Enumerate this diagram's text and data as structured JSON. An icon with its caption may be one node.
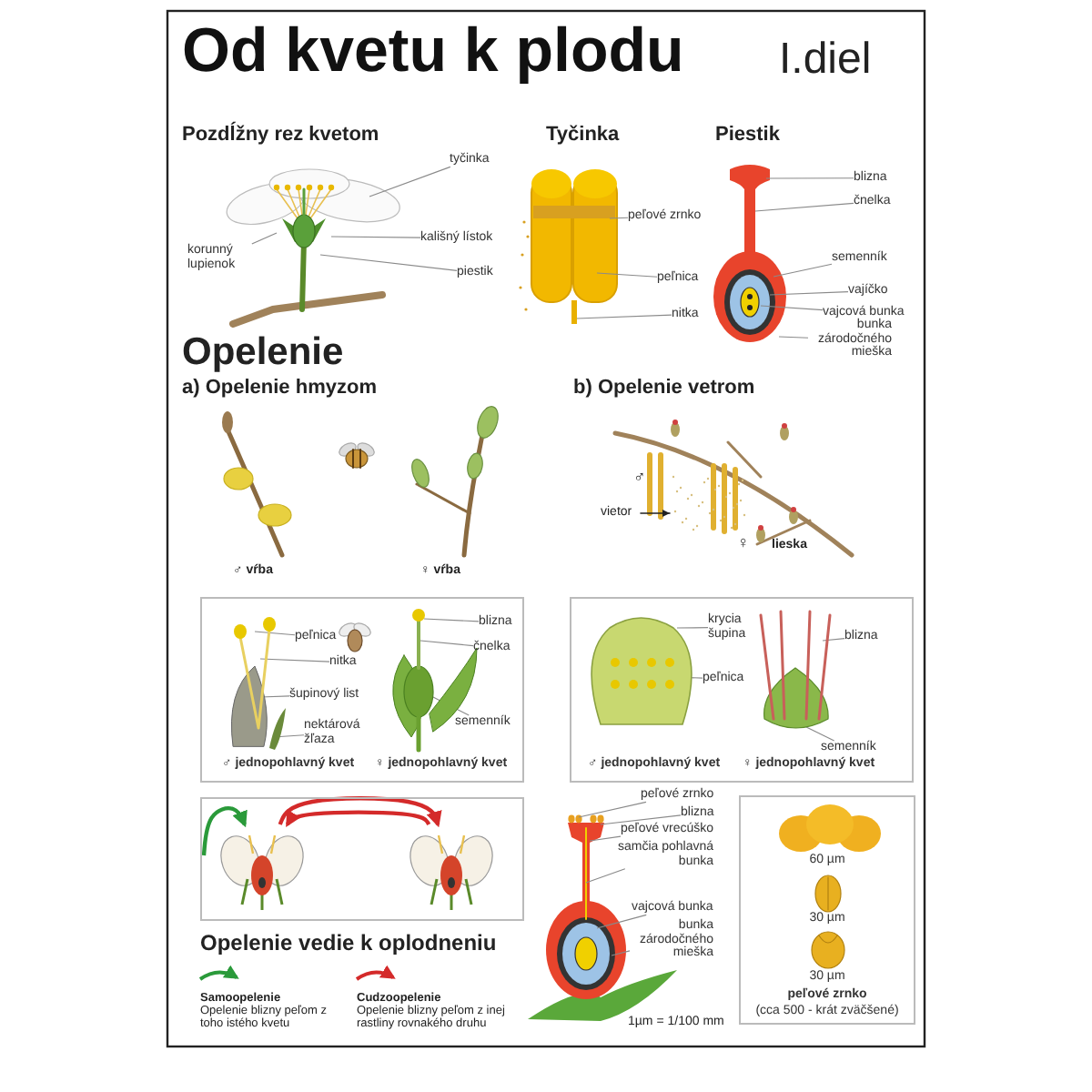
{
  "diagram": {
    "title": "Od kvetu k plodu",
    "nodes": [
      {
        "text": [
          "tyčinka"
        ]
      },
      {
        "text": [
          "korunný lupienok"
        ]
      },
      {
        "text": [
          "kališný lístok"
        ]
      },
      {
        "text": [
          "piestik"
        ]
      },
      {
        "text": [
          "peľové zrnko"
        ]
      },
      {
        "text": [
          "peľnica"
        ]
      },
      {
        "text": [
          "nitka"
        ]
      },
      {
        "text": [
          "blizna"
        ]
      },
      {
        "text": [
          "čnelka"
        ]
      },
      {
        "text": [
          "semenník"
        ]
      },
      {
        "text": [
          "vajíčko"
        ]
      },
      {
        "text": [
          "vajcová bunka"
        ]
      },
      {
        "text": [
          "bunka zárodočného mieška"
        ]
      },
      {
        "text": [
          "♂ jednopohlavný kvet",
          "♀ jednopohlavný kvet"
        ]
      },
      {
        "text": [
          "peľnica"
        ],
        "in": 13
      },
      {
        "text": [
          "nitka"
        ],
        "in": 13
      },
      {
        "text": [
          "šupinový list"
        ],
        "in": 13
      },
      {
        "text": [
          "nektárová žľaza"
        ],
        "in": 13
      },
      {
        "text": [
          "blizna"
        ],
        "in": 13
      },
      {
        "text": [
          "čnelka"
        ],
        "in": 13
      },
      {
        "text": [
          "semenník"
        ],
        "in": 13
      },
      {
        "text": [
          "♂ jednopohlavný kvet",
          "♀ jednopohlavný kvet"
        ]
      },
      {
        "text": [
          "krycia šupina"
        ],
        "in": 21
      },
      {
        "text": [
          "blizna"
        ],
        "in": 21
      },
      {
        "text": [
          "peľnica"
        ],
        "in": 21
      },
      {
        "text": [
          "semenník"
        ],
        "in": 21
      },
      {
        "text": [],
        "shape": "box"
      },
      {
        "text": [],
        "shape": "picture",
        "in": 26
      },
      {
        "text": [],
        "shape": "picture",
        "in": 26
      },
      {
        "text": [
          "peľové zrnko"
        ]
      },
      {
        "text": [
          "blizna"
        ]
      },
      {
        "text": [
          "peľové vrecúško"
        ]
      },
      {
        "text": [
          "samčia pohlavná bunka"
        ]
      },
      {
        "text": [
          "vajcová bunka"
        ]
      },
      {
        "text": [
          "bunka zárodočného mieška"
        ]
      },
      {
        "text": [
          "60 µm",
          "30 µm",
          "30 µm",
          "peľové zrnko",
          "(cca 500 - krát zväčšené)"
        ]
      },
      {
        "text": [],
        "shape": "picture"
      },
      {
        "text": [],
        "shape": "picture"
      },
      {
        "text": [],
        "shape": "picture"
      },
      {
        "text": [],
        "shape": "picture",
        "in": 13
      },
      {
        "text": [],
        "shape": "picture",
        "in": 13
      },
      {
        "text": [],
        "shape": "picture",
        "in": 21
      },
      {
        "text": [],
        "shape": "picture",
        "in": 21
      },
      {
        "text": [],
        "shape": "picture"
      }
    ],
    "edges": [
      {
        "from": 0,
        "to": 36,
        "arrow": "none"
      },
      {
        "from": 1,
        "to": 36,
        "arrow": "none"
      },
      {
        "from": 2,
        "to": 36,
        "arrow": "none"
      },
      {
        "from": 3,
        "to": 36,
        "arrow": "none"
      },
      {
        "from": 4,
        "to": 37,
        "arrow": "none"
      },
      {
        "from": 5,
        "to": 37,
        "arrow": "none"
      },
      {
        "from": 6,
        "to": 37,
        "arrow": "none"
      },
      {
        "from": 7,
        "to": 38,
        "arrow": "none"
      },
      {
        "from": 8,
        "to": 38,
        "arrow": "none"
      },
      {
        "from": 9,
        "to": 38,
        "arrow": "none"
      },
      {
        "from": 10,
        "to": 38,
        "arrow": "none"
      },
      {
        "from": 11,
        "to": 38,
        "arrow": "none"
      },
      {
        "from": 12,
        "to": 38,
        "arrow": "none"
      },
      {
        "from": 14,
        "to": 39,
        "arrow": "none"
      },
      {
        "from": 15,
        "to": 39,
        "arrow": "none"
      },
      {
        "from": 16,
        "to": 39,
        "arrow": "none"
      },
      {
        "from": 17,
        "to": 39,
        "arrow": "none"
      },
      {
        "from": 18,
        "to": 40,
        "arrow": "none"
      },
      {
        "from": 19,
        "to": 40,
        "arrow": "none"
      },
      {
        "from": 20,
        "to": 40,
        "arrow": "none"
      },
      {
        "from": 22,
        "to": 41,
        "arrow": "none"
      },
      {
        "from": 23,
        "to": 42,
        "arrow": "none"
      },
      {
        "from": 24,
        "to": 41,
        "arrow": "none"
      },
      {
        "from": 25,
        "to": 42,
        "arrow": "none"
      },
      {
        "from": null,
        "to": 27,
        "arrow": "to",
        "style": "thick",
        "color": "#2a9a3a"
      },
      {
        "from": 27,
        "to": 28,
        "arrow": "to",
        "style": "thick",
        "color": "#d42a2a"
      },
      {
        "from": 28,
        "to": 27,
        "arrow": "to",
        "style": "thick",
        "color": "#d42a2a"
      },
      {
        "from": 29,
        "to": 43,
        "arrow": "none"
      },
      {
        "from": 30,
        "to": 43,
        "arrow": "none"
      },
      {
        "from": 31,
        "to": 43,
        "arrow": "none"
      },
      {
        "from": 32,
        "to": 43,
        "arrow": "none"
      },
      {
        "from": 33,
        "to": 43,
        "arrow": "none"
      },
      {
        "from": 34,
        "to": 43,
        "arrow": "none"
      }
    ],
    "labels": [
      "I.diel",
      "Pozdĺžny rez kvetom",
      "Tyčinka",
      "Piestik",
      "Opelenie",
      "a) Opelenie hmyzom",
      "b) Opelenie vetrom",
      "♂ vŕba",
      "♀ vŕba",
      "♂",
      "vietor",
      "♀",
      "lieska",
      "Opelenie vedie k oplodneniu",
      "Opelenie blizny peľom z toho istého kvetu",
      "Opelenie blizny peľom z inej rastliny rovnakého druhu",
      "1µm = 1/100 mm"
    ],
    "legend": [
      {
        "text": "Samoopelenie"
      },
      {
        "text": "Cudzoopelenie"
      }
    ]
  }
}
